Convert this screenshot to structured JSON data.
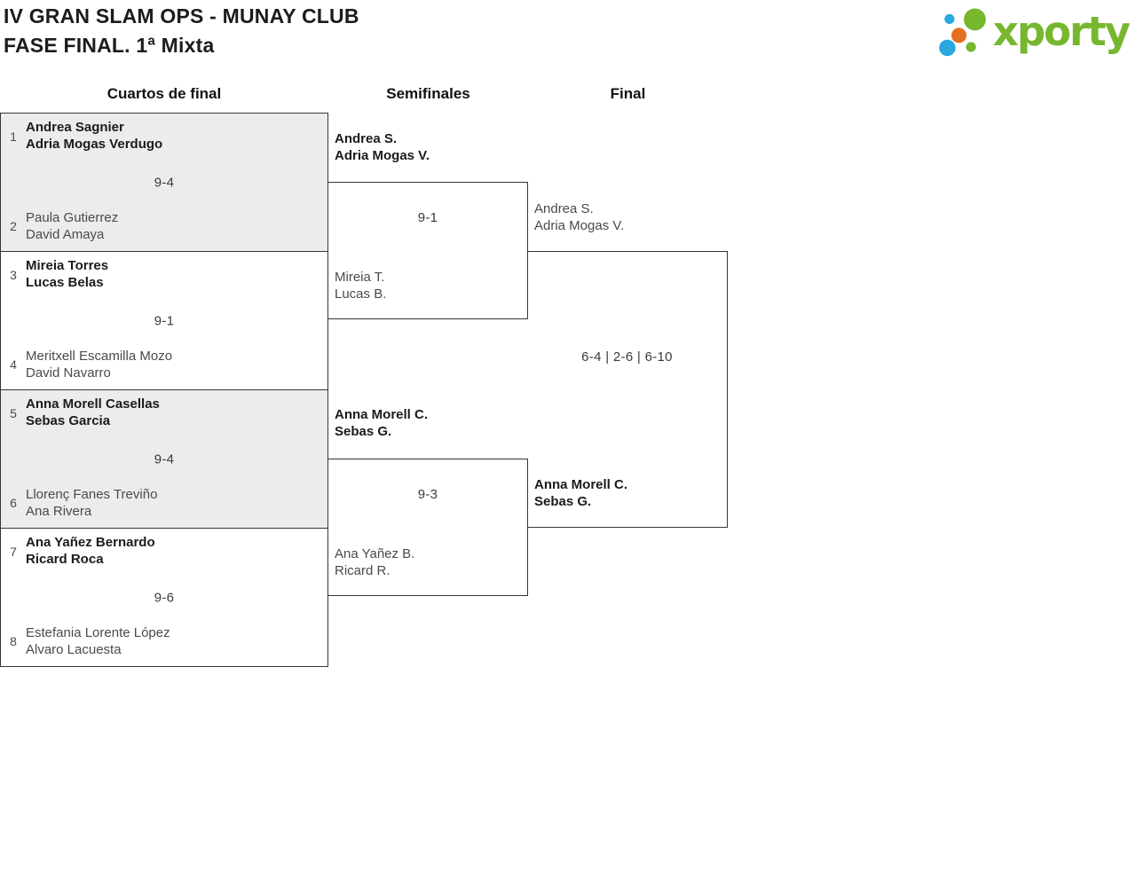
{
  "header": {
    "title_line1": "IV GRAN SLAM OPS - MUNAY CLUB",
    "title_line2": "FASE FINAL. 1ª Mixta",
    "logo_text": "xporty"
  },
  "colors": {
    "logo_green": "#76b72e",
    "logo_blue": "#2aa7df",
    "logo_orange": "#e56f1e",
    "border": "#363636",
    "match_alt_bg": "#ececec",
    "winner_text": "#1b1b1b",
    "loser_text": "#4a4a4a"
  },
  "rounds": {
    "quarterfinals_label": "Cuartos de final",
    "semifinals_label": "Semifinales",
    "final_label": "Final"
  },
  "quarterfinals": [
    {
      "seed_top": "1",
      "team_top_line1": "Andrea Sagnier",
      "team_top_line2": "Adria Mogas Verdugo",
      "top_winner": true,
      "score": "9-4",
      "seed_bottom": "2",
      "team_bottom_line1": "Paula Gutierrez",
      "team_bottom_line2": "David Amaya",
      "bottom_winner": false,
      "shaded": true
    },
    {
      "seed_top": "3",
      "team_top_line1": "Mireia Torres",
      "team_top_line2": "Lucas Belas",
      "top_winner": true,
      "score": "9-1",
      "seed_bottom": "4",
      "team_bottom_line1": "Meritxell Escamilla Mozo",
      "team_bottom_line2": "David Navarro",
      "bottom_winner": false,
      "shaded": false
    },
    {
      "seed_top": "5",
      "team_top_line1": "Anna Morell Casellas",
      "team_top_line2": "Sebas Garcia",
      "top_winner": true,
      "score": "9-4",
      "seed_bottom": "6",
      "team_bottom_line1": "Llorenç Fanes Treviño",
      "team_bottom_line2": "Ana Rivera",
      "bottom_winner": false,
      "shaded": true
    },
    {
      "seed_top": "7",
      "team_top_line1": "Ana Yañez Bernardo",
      "team_top_line2": "Ricard Roca",
      "top_winner": true,
      "score": "9-6",
      "seed_bottom": "8",
      "team_bottom_line1": "Estefania Lorente López",
      "team_bottom_line2": "Alvaro Lacuesta",
      "bottom_winner": false,
      "shaded": false
    }
  ],
  "semifinals": [
    {
      "team_top_line1": "Andrea S.",
      "team_top_line2": "Adria Mogas V.",
      "top_winner": true,
      "score": "9-1",
      "team_bottom_line1": "Mireia T.",
      "team_bottom_line2": "Lucas B.",
      "bottom_winner": false
    },
    {
      "team_top_line1": "Anna Morell C.",
      "team_top_line2": "Sebas G.",
      "top_winner": true,
      "score": "9-3",
      "team_bottom_line1": "Ana Yañez B.",
      "team_bottom_line2": "Ricard R.",
      "bottom_winner": false
    }
  ],
  "final": {
    "team_top_line1": "Andrea S.",
    "team_top_line2": "Adria Mogas V.",
    "top_winner": false,
    "score": "6-4 | 2-6 | 6-10",
    "team_bottom_line1": "Anna Morell C.",
    "team_bottom_line2": "Sebas G.",
    "bottom_winner": true
  }
}
